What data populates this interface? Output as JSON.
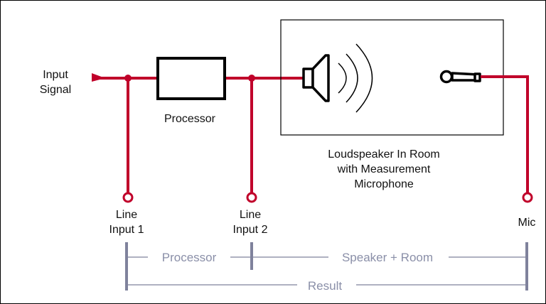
{
  "diagram": {
    "input_label": [
      "Input",
      "Signal"
    ],
    "processor_label": "Processor",
    "room_label": [
      "Loudspeaker In Room",
      "with Measurement",
      "Microphone"
    ],
    "taps": [
      {
        "label": [
          "Line",
          "Input 1"
        ]
      },
      {
        "label": [
          "Line",
          "Input 2"
        ]
      },
      {
        "label": [
          "Mic"
        ]
      }
    ],
    "spans": {
      "processor": "Processor",
      "speaker_room": "Speaker + Room",
      "result": "Result"
    },
    "colors": {
      "signal": "#c0002a",
      "span": "#7f829c",
      "outline": "#000000"
    }
  }
}
